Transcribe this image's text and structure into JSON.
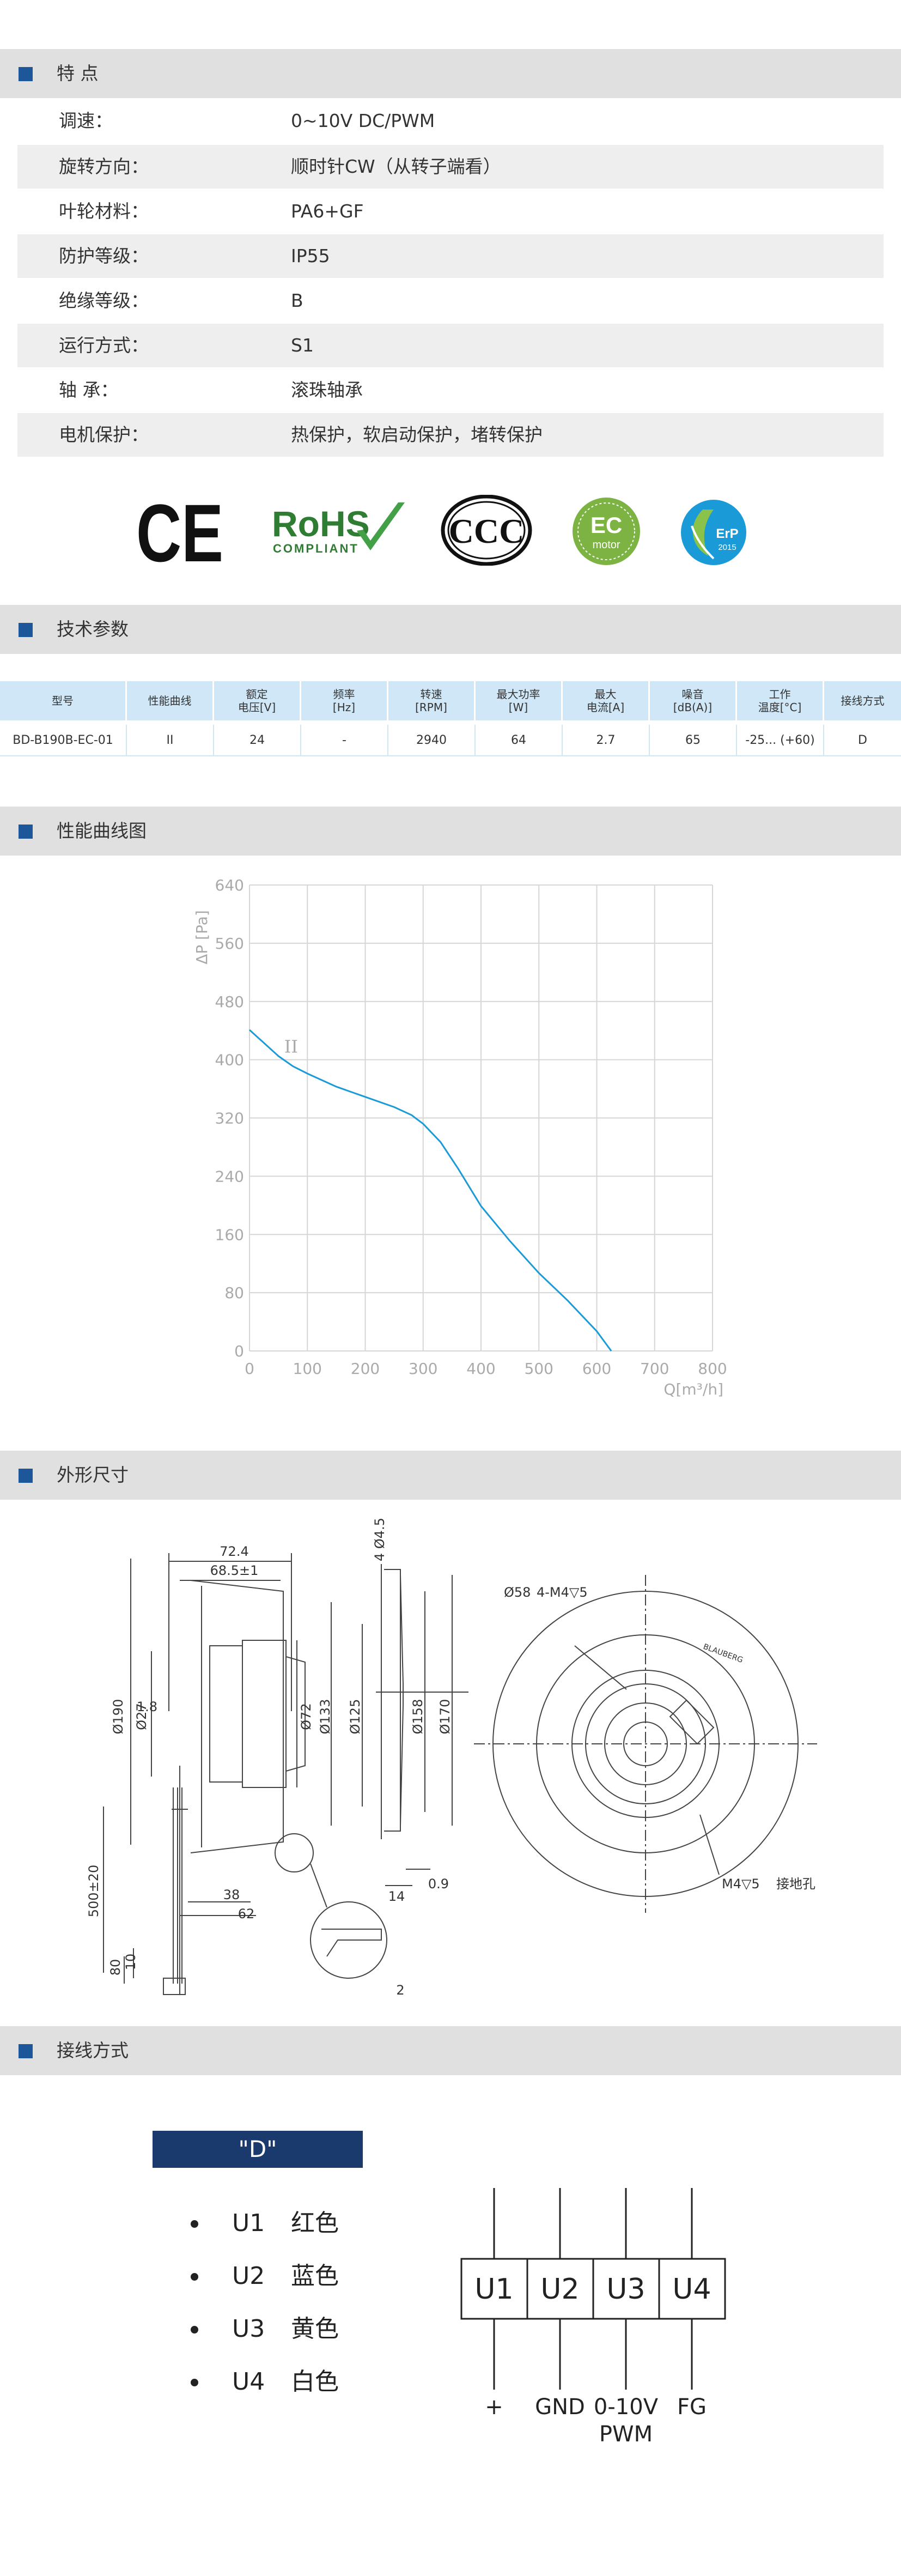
{
  "sections": {
    "features": "特 点",
    "tech": "技术参数",
    "curve": "性能曲线图",
    "dimensions": "外形尺寸",
    "wiring": "接线方式"
  },
  "features": [
    {
      "k": "调速：",
      "v": "0~10V DC/PWM"
    },
    {
      "k": "旋转方向：",
      "v": "顺时针CW（从转子端看）"
    },
    {
      "k": "叶轮材料：",
      "v": "PA6+GF"
    },
    {
      "k": "防护等级：",
      "v": "IP55"
    },
    {
      "k": "绝缘等级：",
      "v": "B"
    },
    {
      "k": "运行方式：",
      "v": "S1"
    },
    {
      "k": "轴 承：",
      "v": "滚珠轴承"
    },
    {
      "k": "电机保护：",
      "v": "热保护，软启动保护，堵转保护"
    }
  ],
  "logos": {
    "ce": "CE",
    "rohs": "RoHS",
    "rohs_sub": "COMPLIANT",
    "ccc": "CCC",
    "ec": "EC",
    "ec_sub": "motor",
    "erp": "ErP",
    "erp_year": "2015"
  },
  "spec_table": {
    "headers": [
      [
        "型号"
      ],
      [
        "性能曲线"
      ],
      [
        "额定",
        "电压[V]"
      ],
      [
        "频率",
        "[Hz]"
      ],
      [
        "转速",
        "[RPM]"
      ],
      [
        "最大功率",
        "[W]"
      ],
      [
        "最大",
        "电流[A]"
      ],
      [
        "噪音",
        "[dB(A)]"
      ],
      [
        "工作",
        "温度[°C]"
      ],
      [
        "接线方式"
      ]
    ],
    "row": [
      "BD-B190B-EC-01",
      "II",
      "24",
      "-",
      "2940",
      "64",
      "2.7",
      "65",
      "-25... (+60)",
      "D"
    ]
  },
  "chart_data": {
    "type": "line",
    "ylabel": "ΔP [Pa]",
    "xlabel": "Q[m³/h]",
    "xlim": [
      0,
      800
    ],
    "ylim": [
      0,
      640
    ],
    "xticks": [
      "0",
      "100",
      "200",
      "300",
      "400",
      "500",
      "600",
      "700",
      "800"
    ],
    "yticks": [
      "0",
      "80",
      "160",
      "240",
      "320",
      "400",
      "480",
      "560",
      "640"
    ],
    "grid": true,
    "annotation": "II",
    "series": [
      {
        "name": "II",
        "color": "#1a9bd7",
        "x": [
          0,
          25,
          50,
          75,
          100,
          150,
          200,
          250,
          280,
          300,
          330,
          360,
          400,
          450,
          500,
          550,
          600,
          625
        ],
        "y": [
          441,
          423,
          405,
          391,
          381,
          363,
          349,
          335,
          324,
          312,
          287,
          251,
          199,
          151,
          107,
          69,
          27,
          0
        ]
      }
    ]
  },
  "dimensions": {
    "d72_4": "72.4",
    "d68_5": "68.5±1",
    "d4_4_5": "4 Ø4.5",
    "d1_8": "1.8",
    "d190": "Ø190",
    "d27": "Ø27",
    "d72": "Ø72",
    "d133": "Ø133",
    "d125": "Ø125",
    "d158": "Ø158",
    "d170": "Ø170",
    "d500": "500±20",
    "d38": "38",
    "d62": "62",
    "d14": "14",
    "d0_9": "0.9",
    "d80": "80",
    "d10": "10",
    "d2": "2",
    "d58": "Ø58",
    "m4_4": "4-M4▽5",
    "m4": "M4▽5",
    "ground": "接地孔",
    "brand": "BLAUBERG"
  },
  "wiring": {
    "title": "\"D\"",
    "items": [
      {
        "u": "U1",
        "color": "红色"
      },
      {
        "u": "U2",
        "color": "蓝色"
      },
      {
        "u": "U3",
        "color": "黄色"
      },
      {
        "u": "U4",
        "color": "白色"
      }
    ],
    "terminals": [
      "U1",
      "U2",
      "U3",
      "U4"
    ],
    "signals": [
      "+",
      "GND",
      "0-10V",
      "FG"
    ],
    "signal_sub": "PWM"
  }
}
